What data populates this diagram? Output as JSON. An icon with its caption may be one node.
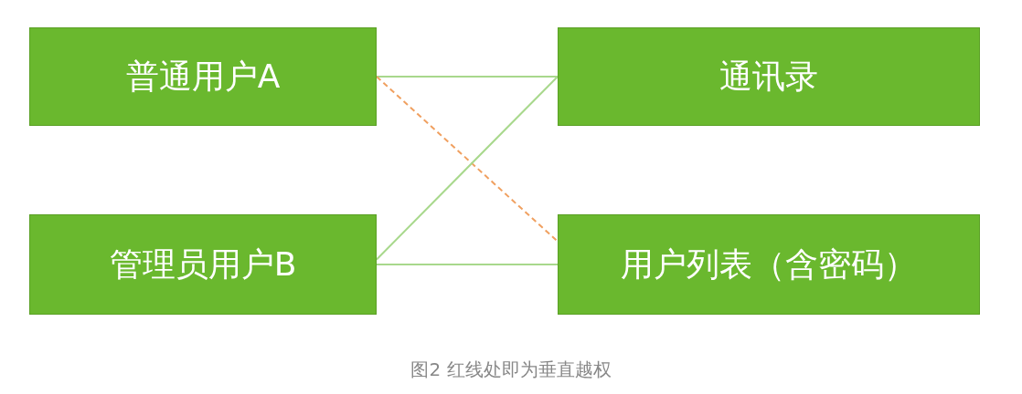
{
  "diagram": {
    "caption": "图2 红线处即为垂直越权",
    "nodes": [
      {
        "text": [
          "普通用户A"
        ]
      },
      {
        "text": [
          "通讯录"
        ]
      },
      {
        "text": [
          "管理员用户B"
        ]
      },
      {
        "text": [
          "用户列表（含密码）"
        ]
      }
    ],
    "edges": [
      {
        "from": 0,
        "to": 1,
        "arrow": "none"
      },
      {
        "from": 0,
        "to": 3,
        "arrow": "none",
        "style": "dashed",
        "color": "#f0a060"
      },
      {
        "from": 2,
        "to": 1,
        "arrow": "none"
      },
      {
        "from": 2,
        "to": 3,
        "arrow": "none"
      }
    ]
  }
}
